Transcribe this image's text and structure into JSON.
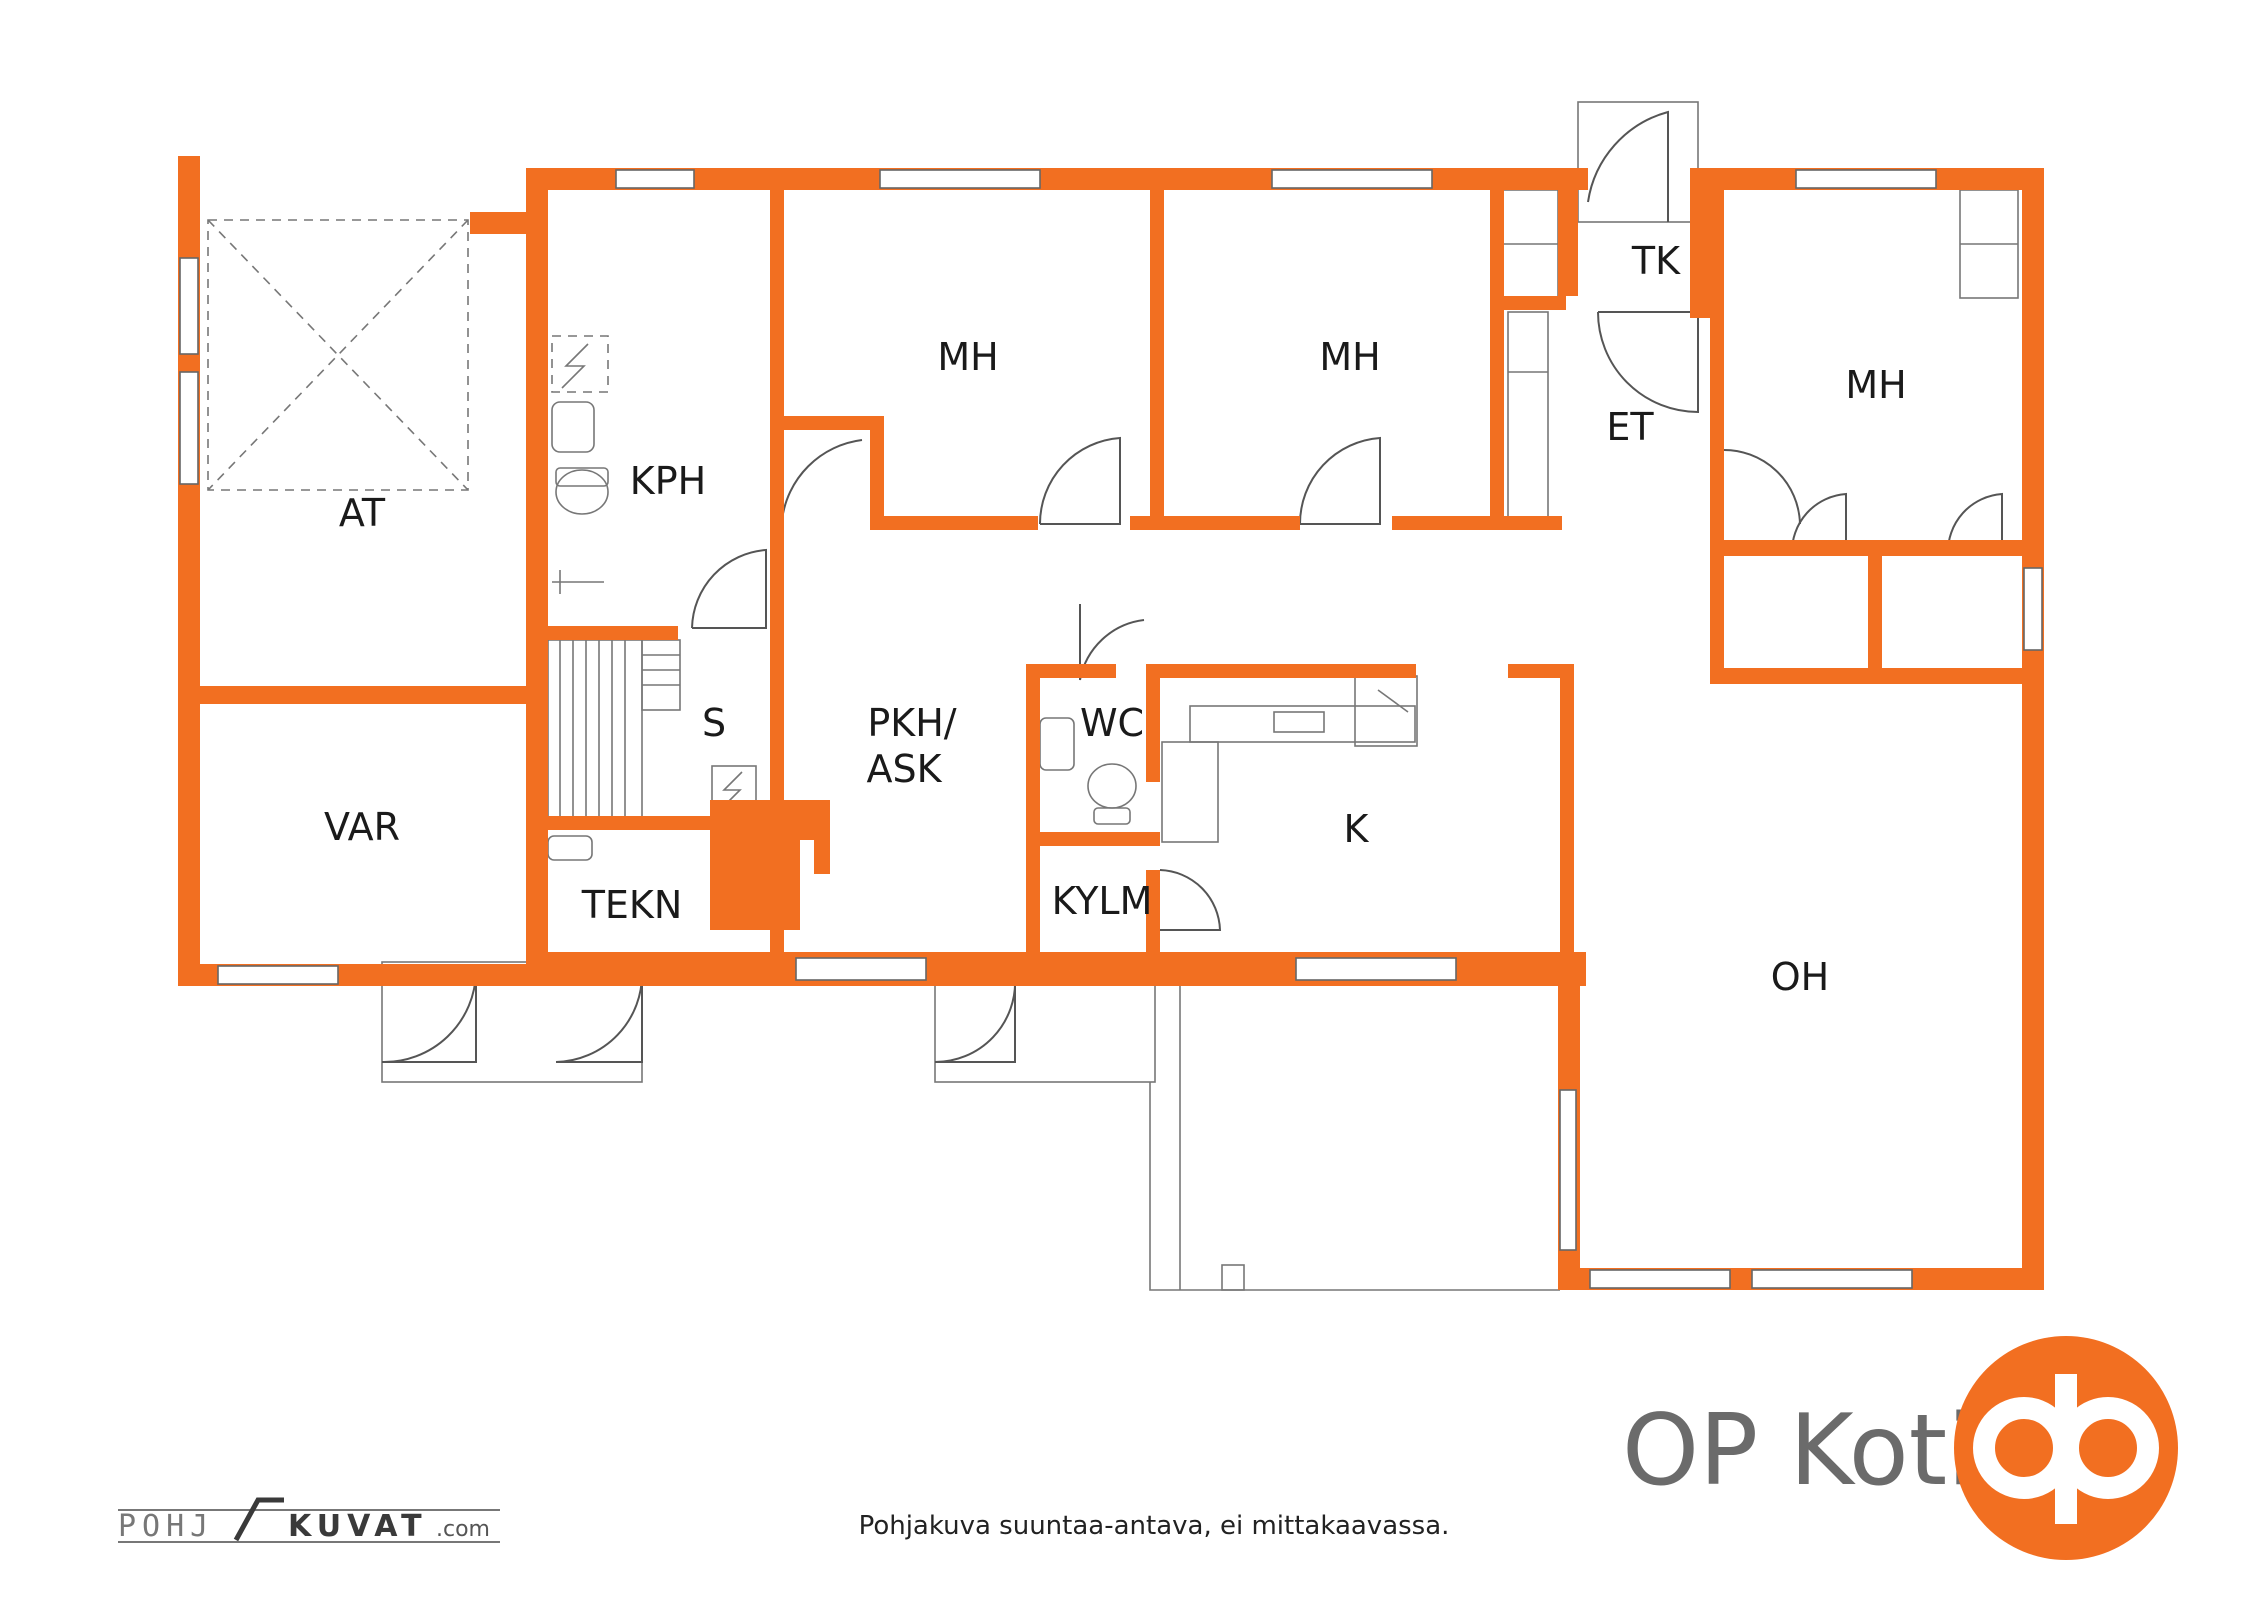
{
  "colors": {
    "wall": "#F26F21",
    "line": "#555555",
    "brand_text": "#6b6b6b",
    "logo": "#F26F21"
  },
  "rooms": {
    "at": "AT",
    "kph": "KPH",
    "mh1": "MH",
    "mh2": "MH",
    "tk": "TK",
    "et": "ET",
    "mh3": "MH",
    "s": "S",
    "pkh_line1": "PKH/",
    "pkh_line2": "ASK",
    "wc": "WC",
    "var": "VAR",
    "tekn": "TEKN",
    "kylm": "KYLM",
    "k": "K",
    "oh": "OH"
  },
  "footer": {
    "brand": "OP Koti",
    "disclaimer": "Pohjakuva suuntaa-antava, ei mittakaavassa.",
    "pohjakuvat_left": "POHJ",
    "pohjakuvat_right": "KUVAT",
    "pohjakuvat_tld": ".com"
  }
}
